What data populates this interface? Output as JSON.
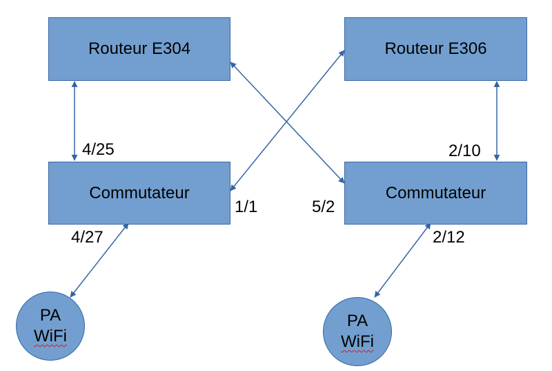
{
  "nodes": {
    "router_e304": "Routeur E304",
    "router_e306": "Routeur E306",
    "switch_left": "Commutateur",
    "switch_right": "Commutateur",
    "ap_left": {
      "line1": "PA",
      "line2": "WiFi"
    },
    "ap_right": {
      "line1": "PA",
      "line2": "WiFi"
    }
  },
  "ports": {
    "left_switch_up": "4/25",
    "left_switch_down": "4/27",
    "left_switch_cross": "1/1",
    "right_switch_cross": "5/2",
    "right_switch_up": "2/10",
    "right_switch_down": "2/12"
  },
  "colors": {
    "fill": "#729fcf",
    "border": "#3465a4",
    "link": "#3465a4"
  }
}
